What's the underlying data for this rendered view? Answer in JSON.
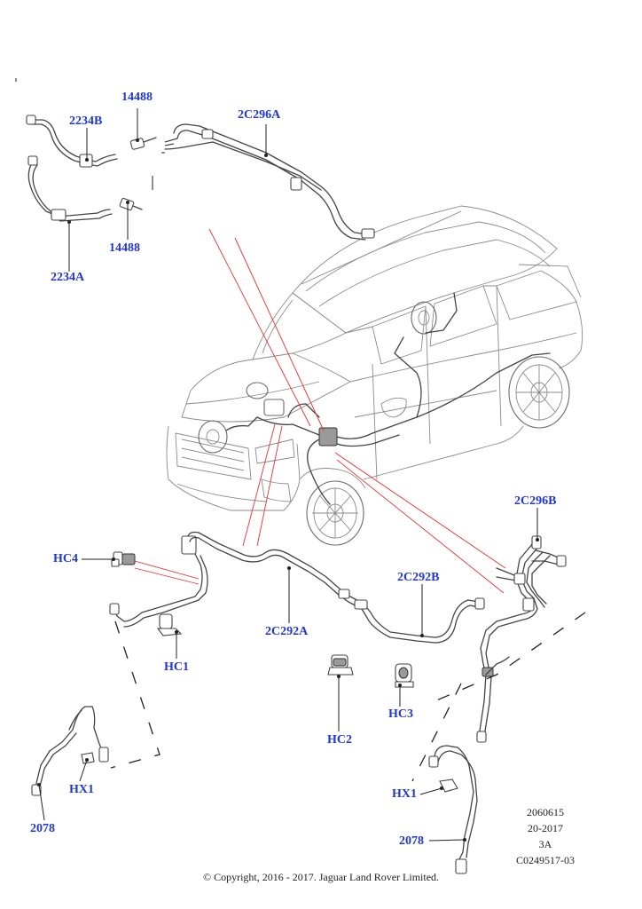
{
  "callouts": {
    "c_14488_top": "14488",
    "c_2234B": "2234B",
    "c_2C296A": "2C296A",
    "c_14488_bottom": "14488",
    "c_2234A": "2234A",
    "c_2C296B": "2C296B",
    "c_HC4": "HC4",
    "c_2C292B": "2C292B",
    "c_2C292A": "2C292A",
    "c_HC1": "HC1",
    "c_HC2": "HC2",
    "c_HC3": "HC3",
    "c_HX1_left": "HX1",
    "c_2078_left": "2078",
    "c_HX1_right": "HX1",
    "c_2078_right": "2078"
  },
  "reference": {
    "line1": "2060615",
    "line2": "20-2017",
    "line3": "3A",
    "line4": "C0249517-03"
  },
  "copyright": "© Copyright, 2016 - 2017. Jaguar Land Rover Limited.",
  "colors": {
    "callout_text": "#1f36d6",
    "leader_red": "#e8322f",
    "line_art": "#444444"
  }
}
